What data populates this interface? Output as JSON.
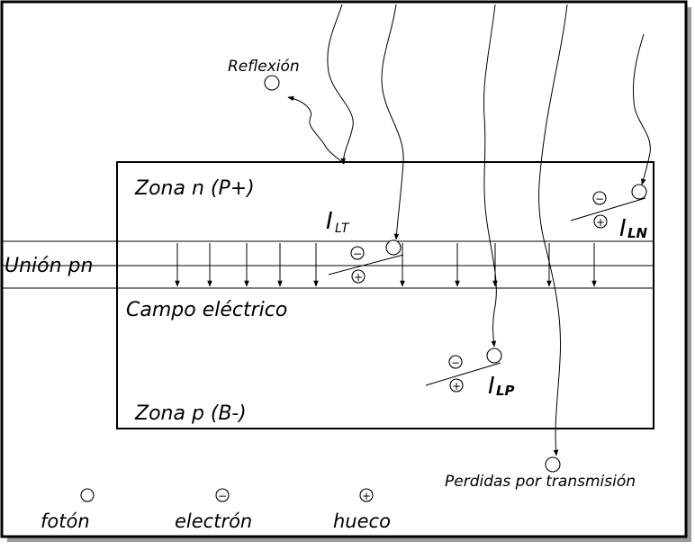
{
  "labels": {
    "reflexion": "Reflexión",
    "zona_n": "Zona n (P+)",
    "union_pn": "Unión pn",
    "campo": "Campo eléctrico",
    "zona_p": "Zona p (B-)",
    "perdidas": "Perdidas por transmisión",
    "ilt_main": "I",
    "ilt_sub": "LT",
    "iln_main": "I",
    "iln_sub": "LN",
    "ilp_main": "I",
    "ilp_sub": "LP",
    "minus": "−",
    "plus": "+"
  },
  "legend": {
    "foton": "fotón",
    "electron": "electrón",
    "hueco": "hueco",
    "minus": "−",
    "plus": "+"
  }
}
